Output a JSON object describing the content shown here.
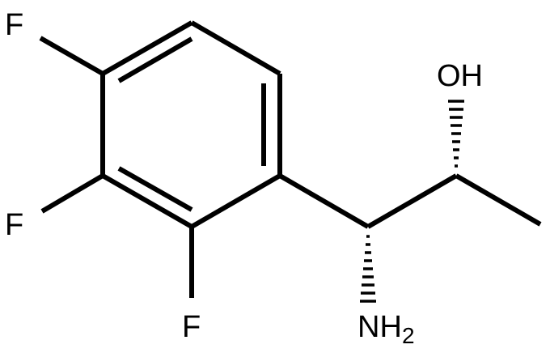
{
  "molecule": {
    "atom_labels": {
      "f_top": "F",
      "f_middle": "F",
      "f_bottom": "F",
      "hydroxyl": "OH",
      "amino_main": "NH",
      "amino_sub": "2"
    }
  },
  "colors": {
    "bond": "#000000",
    "background": "#ffffff"
  }
}
